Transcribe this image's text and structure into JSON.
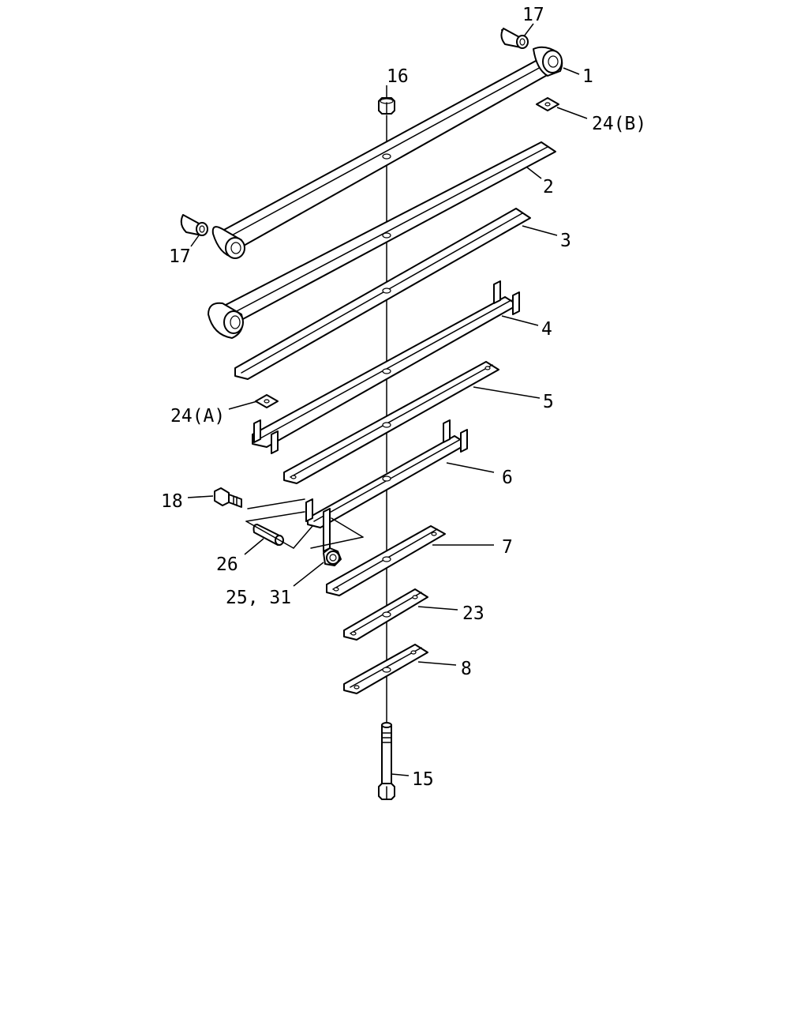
{
  "callouts": {
    "c1": "1",
    "c2": "2",
    "c3": "3",
    "c4": "4",
    "c5": "5",
    "c6": "6",
    "c7": "7",
    "c8": "8",
    "c15": "15",
    "c16": "16",
    "c17_top": "17",
    "c17_left": "17",
    "c18": "18",
    "c23": "23",
    "c24a": "24(A)",
    "c24b": "24(B)",
    "c25_31": "25, 31",
    "c26": "26"
  },
  "colors": {
    "line": "#000000",
    "background": "#ffffff"
  }
}
